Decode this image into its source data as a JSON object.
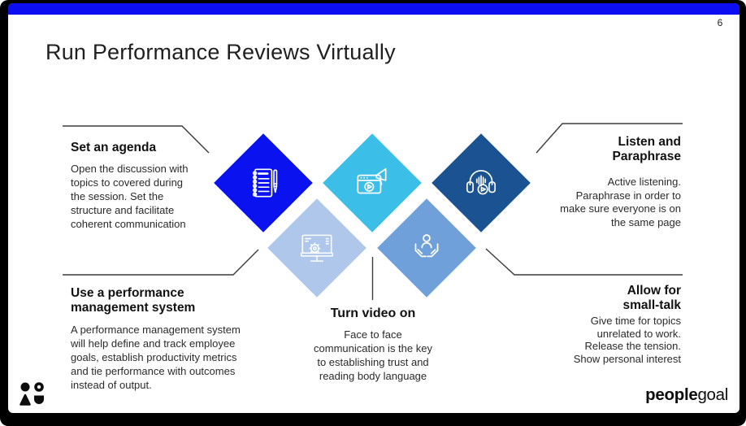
{
  "page": {
    "number": "6",
    "title": "Run Performance Reviews Virtually"
  },
  "colors": {
    "top_bar": "#0D0DF2",
    "diamond_agenda": "#0A12F0",
    "diamond_video": "#3BBEE8",
    "diamond_listen": "#1B5291",
    "diamond_system": "#AEC7EA",
    "diamond_support": "#6FA0D9",
    "connector_line": "#3c3c3c"
  },
  "icons": [
    "notebook-pen-icon",
    "browser-megaphone-play-icon",
    "headphones-play-icon",
    "monitor-gear-icon",
    "hands-holding-person-icon",
    "peoplegoal-mark-icon"
  ],
  "blocks": {
    "set_agenda": {
      "title": "Set an agenda",
      "body": "Open the discussion with\ntopics to covered during\nthe session. Set the\nstructure and facilitate\ncoherent communication"
    },
    "use_system": {
      "title": "Use a performance\nmanagement system",
      "body": "A performance management system\nwill help define and track employee\ngoals, establish productivity metrics\nand tie performance with outcomes\ninstead of output."
    },
    "turn_video": {
      "title": "Turn video on",
      "body": "Face to face\ncommunication is the key\nto establishing trust and\nreading body language"
    },
    "listen": {
      "title": "Listen and\nParaphrase",
      "body": "Active listening.\nParaphrase in order to\nmake sure everyone is on\nthe same page"
    },
    "small_talk": {
      "title": "Allow for\nsmall-talk",
      "body": "Give time for topics\nunrelated to work.\nRelease the tension.\nShow personal interest"
    }
  },
  "footer": {
    "logo_bold": "people",
    "logo_light": "goal"
  }
}
